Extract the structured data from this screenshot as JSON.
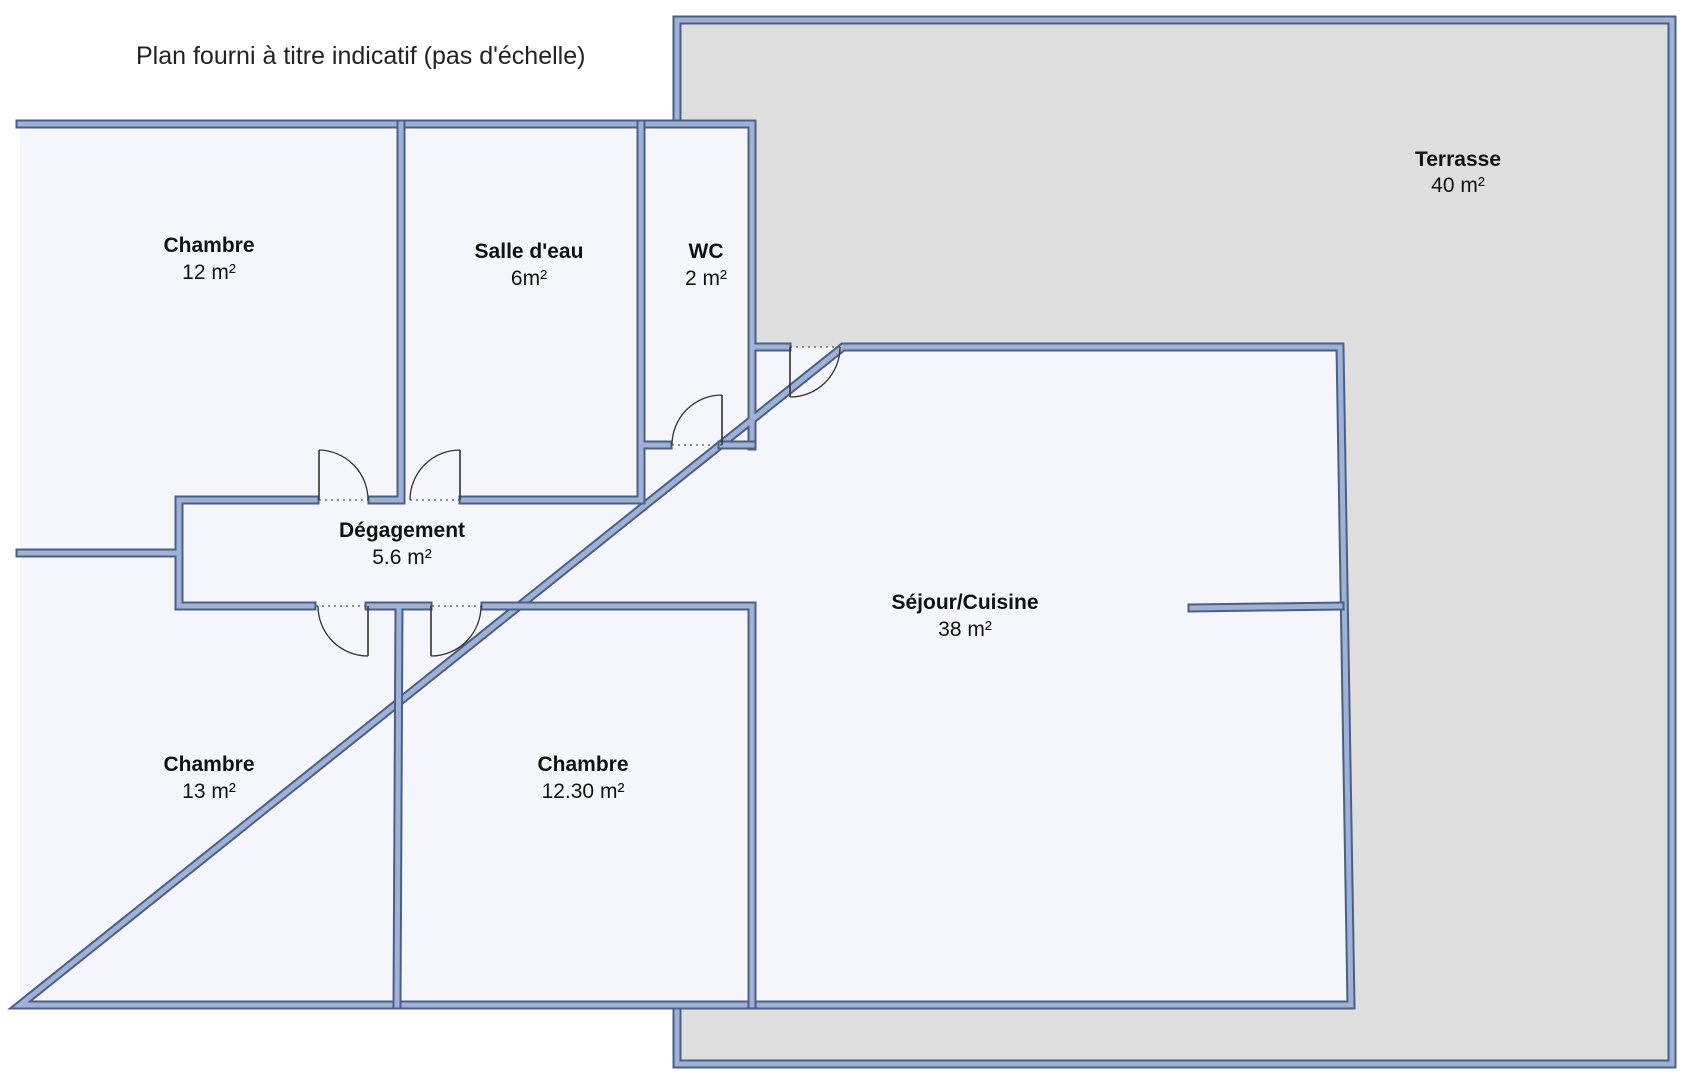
{
  "disclaimer": "Plan fourni à titre indicatif (pas d'échelle)",
  "colors": {
    "wall_stroke": "#4a5f84",
    "wall_fill": "#9fb1d6",
    "room_fill": "#f5f6fb",
    "terrace_fill": "#dedede"
  },
  "rooms": {
    "terrasse": {
      "name": "Terrasse",
      "area": "40 m²"
    },
    "chambre_1": {
      "name": "Chambre",
      "area": "12 m²"
    },
    "salle_eau": {
      "name": "Salle d'eau",
      "area": "6m²"
    },
    "wc": {
      "name": "WC",
      "area": "2 m²"
    },
    "degagement": {
      "name": "Dégagement",
      "area": "5.6 m²"
    },
    "sejour": {
      "name": "Séjour/Cuisine",
      "area": "38 m²"
    },
    "chambre_2": {
      "name": "Chambre",
      "area": "13 m²"
    },
    "chambre_3": {
      "name": "Chambre",
      "area": "12.30 m²"
    }
  }
}
